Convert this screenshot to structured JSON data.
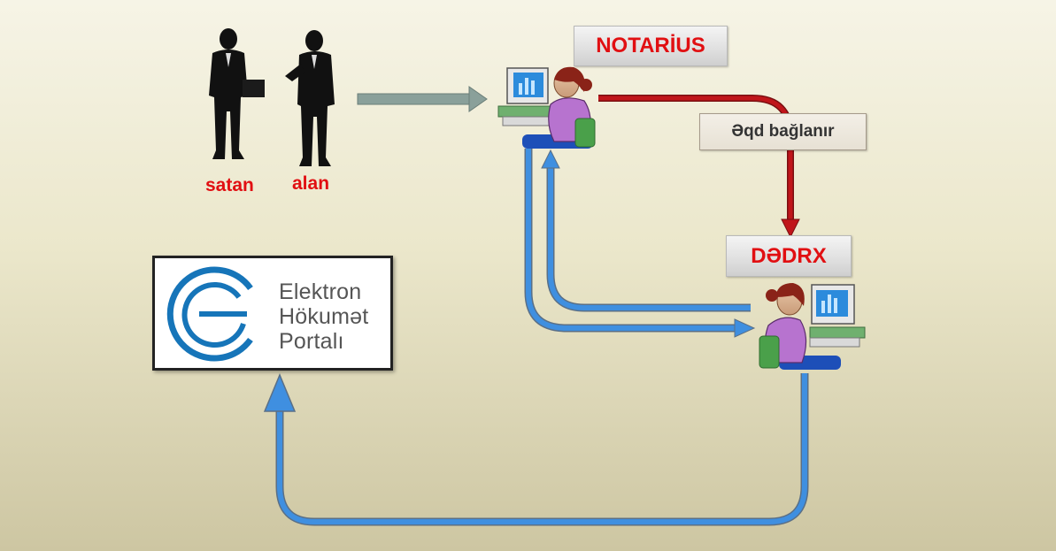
{
  "labels": {
    "satan": "satan",
    "alan": "alan",
    "notarius": "NOTARİUS",
    "deal": "Əqd bağlanır",
    "dedrx": "DƏDRX"
  },
  "portal": {
    "line1": "Elektron",
    "line2": "Hökumət",
    "line3": "Portalı"
  },
  "colors": {
    "label_red": "#e10f12",
    "arrow_blue": "#3f8fe0",
    "arrow_red": "#c0151a",
    "arrow_grey": "#8aa09a",
    "logo_blue": "#1675b9"
  },
  "icons": [
    "businessman-silhouette-icon",
    "operator-at-computer-icon",
    "electronic-government-logo-icon"
  ]
}
